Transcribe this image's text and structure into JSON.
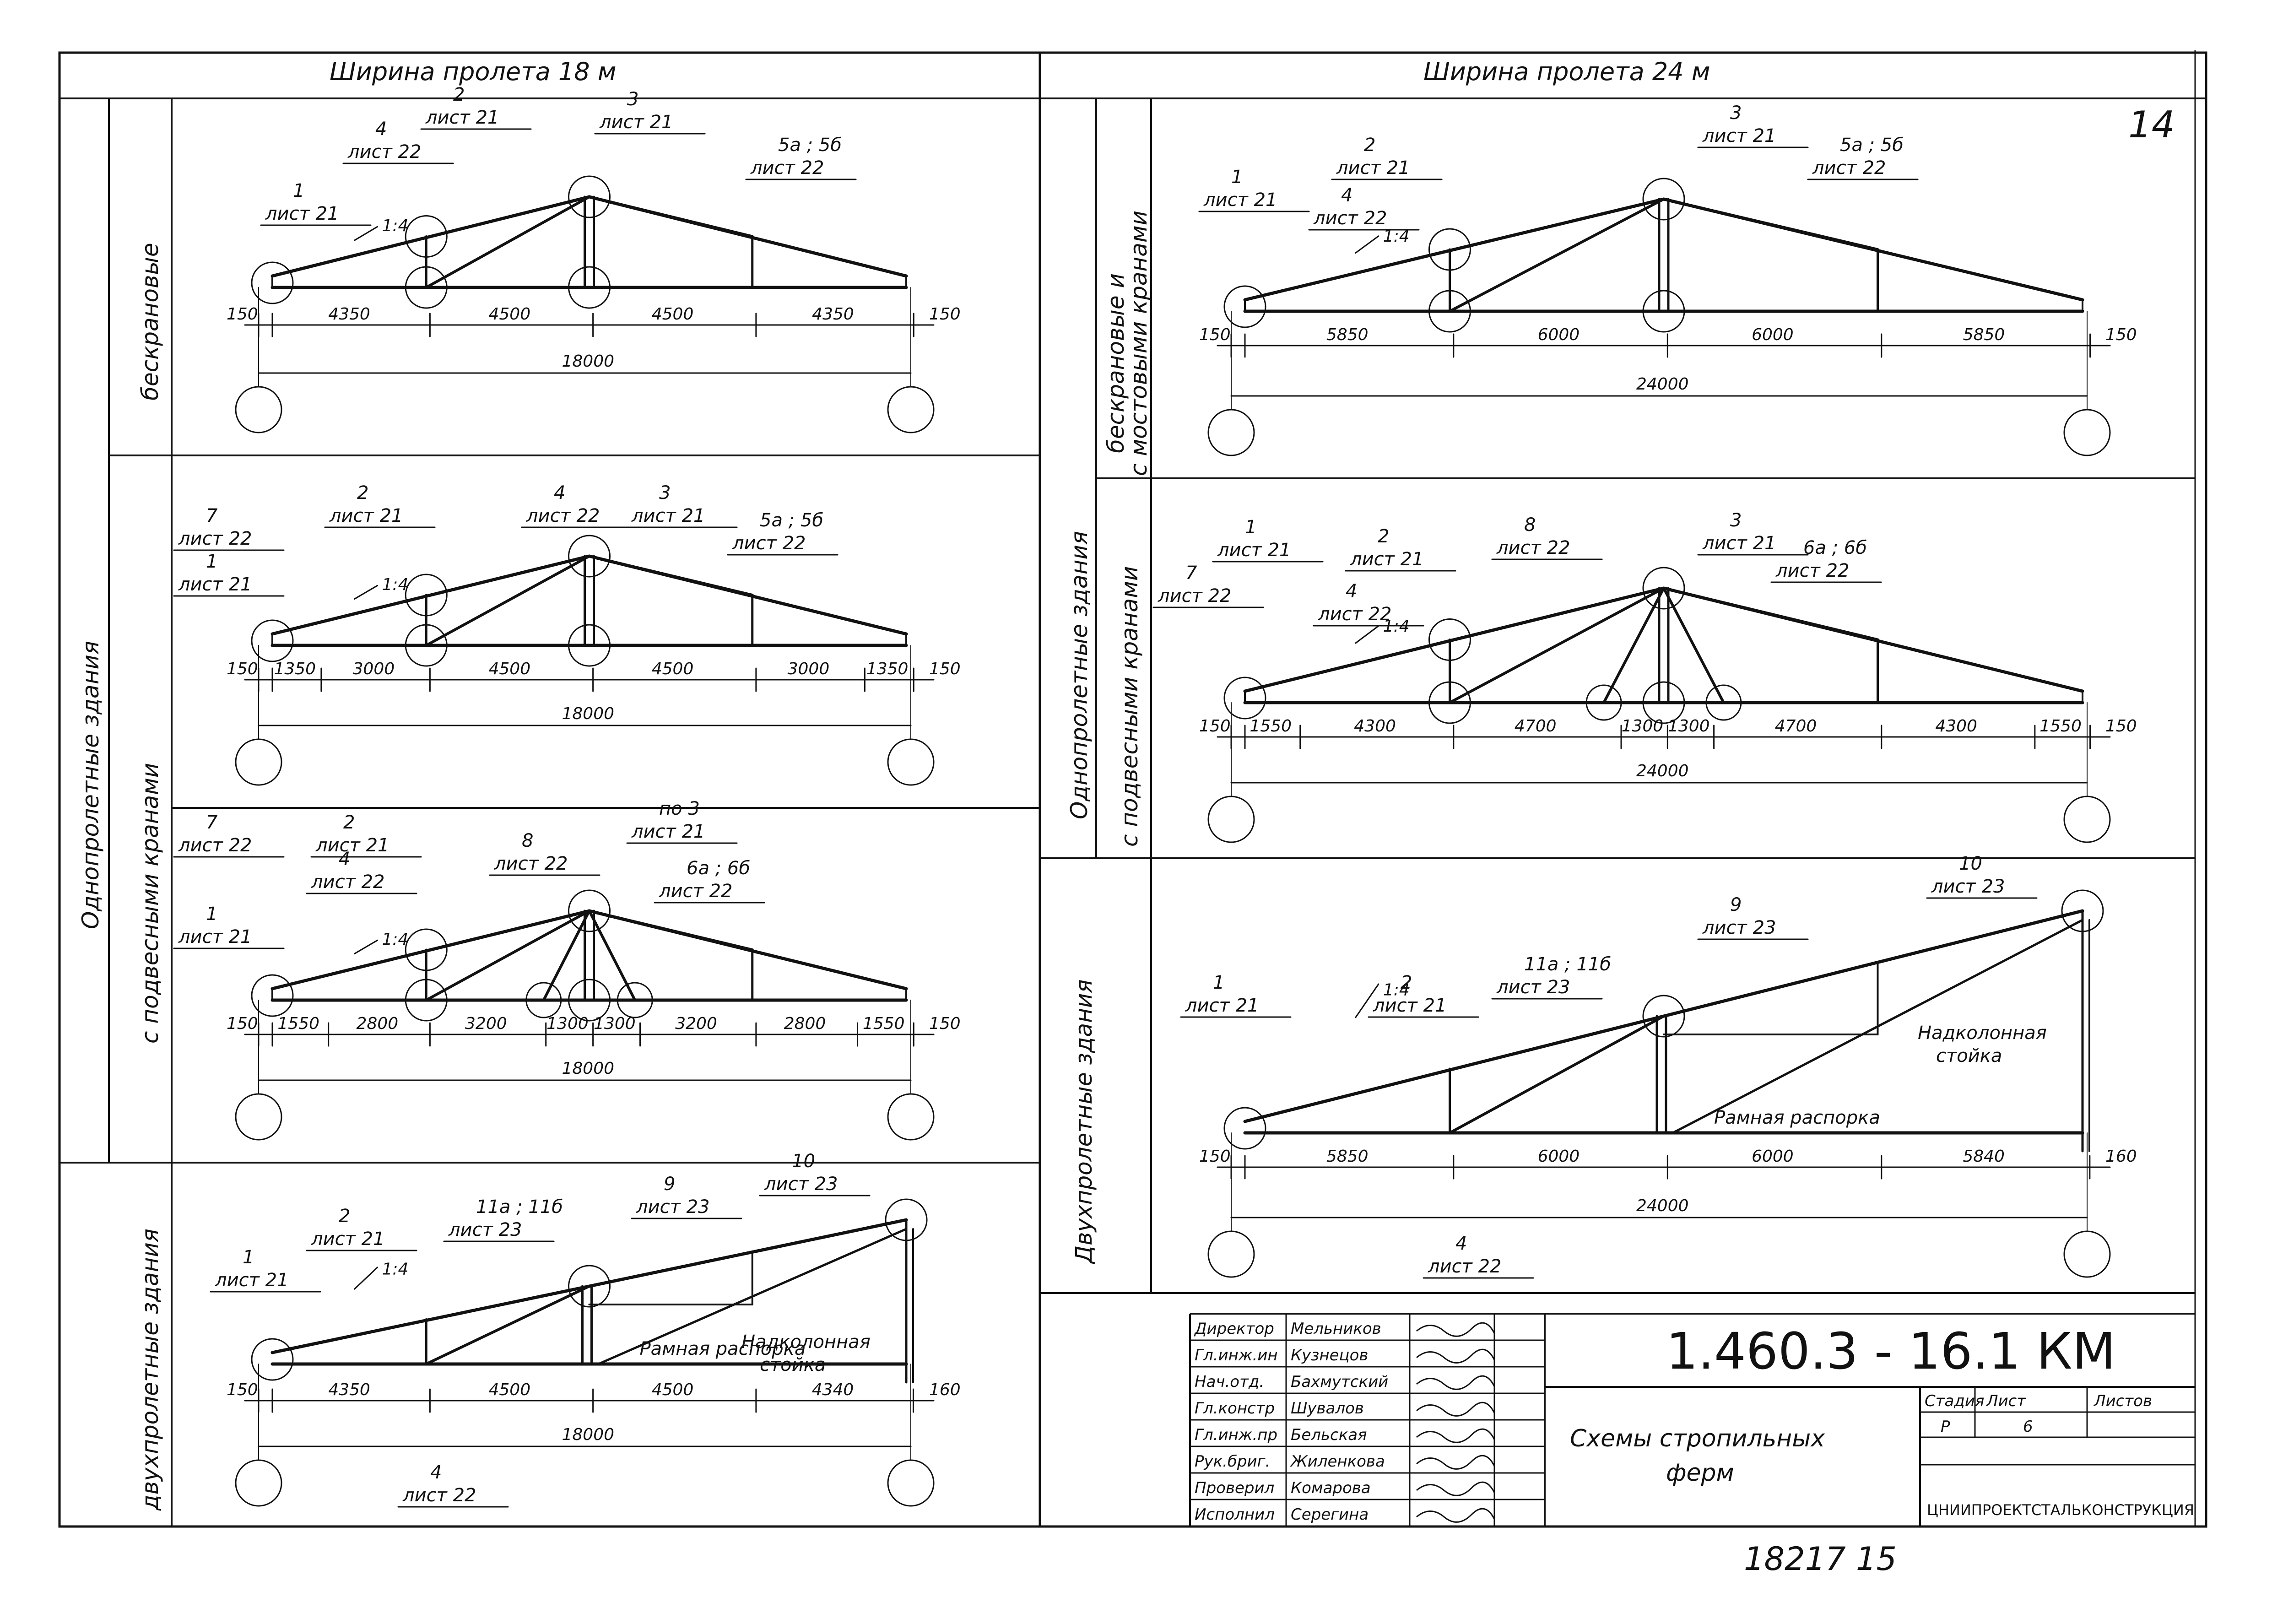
{
  "sheet_number": "14",
  "bottom_number": "18217 15",
  "headers": {
    "left": "Ширина пролета 18 м",
    "right": "Ширина пролета 24 м"
  },
  "row_labels": {
    "single_span": "Однопролетные здания",
    "hanging_cranes": "с подвесными кранами",
    "craneless": "бескрановые",
    "two_span": "двухпролетные здания",
    "craneless_and_bridge": "бескрановые и",
    "bridge_cranes": "с мостовыми кранами",
    "single_span_right": "Однопролетные здания",
    "two_span_right": "Двухпролетные здания"
  },
  "node_label": "лист",
  "slope": "1:4",
  "side_offset": "150",
  "post_label": "Надколонная",
  "post_label2": "стойка",
  "strut_label": "Рамная распорка",
  "trusses": [
    {
      "total": "18000",
      "dims": [
        "4350",
        "4500",
        "4500",
        "4350"
      ],
      "left_off": "150",
      "right_off": "150",
      "callouts": [
        {
          "num": "1",
          "sheet": "лист 21"
        },
        {
          "num": "4",
          "sheet": "лист 22"
        },
        {
          "num": "2",
          "sheet": "лист 21"
        },
        {
          "num": "3",
          "sheet": "лист 21"
        },
        {
          "num": "5а ; 5б",
          "sheet": "лист 22"
        }
      ]
    },
    {
      "total": "18000",
      "dims": [
        "1350",
        "3000",
        "4500",
        "4500",
        "3000",
        "1350"
      ],
      "left_off": "150",
      "right_off": "150",
      "callouts": [
        {
          "num": "7",
          "sheet": "лист 22"
        },
        {
          "num": "1",
          "sheet": "лист 21"
        },
        {
          "num": "2",
          "sheet": "лист 21"
        },
        {
          "num": "4",
          "sheet": "лист 22"
        },
        {
          "num": "3",
          "sheet": "лист 21"
        },
        {
          "num": "5а ; 5б",
          "sheet": "лист 22"
        }
      ]
    },
    {
      "total": "18000",
      "dims": [
        "1550",
        "2800",
        "3200",
        "1300",
        "1300",
        "3200",
        "2800",
        "1550"
      ],
      "left_off": "150",
      "right_off": "150",
      "callouts": [
        {
          "num": "7",
          "sheet": "лист 22"
        },
        {
          "num": "1",
          "sheet": "лист 21"
        },
        {
          "num": "2",
          "sheet": "лист 21"
        },
        {
          "num": "4",
          "sheet": "лист 22"
        },
        {
          "num": "8",
          "sheet": "лист 22"
        },
        {
          "num": "по 3",
          "sheet": "лист 21"
        },
        {
          "num": "6а ; 6б",
          "sheet": "лист 22"
        }
      ]
    },
    {
      "total": "18000",
      "dims": [
        "4350",
        "4500",
        "4500",
        "4340"
      ],
      "left_off": "150",
      "right_off": "160",
      "callouts": [
        {
          "num": "1",
          "sheet": "лист 21"
        },
        {
          "num": "2",
          "sheet": "лист 21"
        },
        {
          "num": "11а ; 11б",
          "sheet": "лист 23"
        },
        {
          "num": "9",
          "sheet": "лист 23"
        },
        {
          "num": "10",
          "sheet": "лист 23"
        },
        {
          "num": "4",
          "sheet": "лист 22"
        }
      ]
    },
    {
      "total": "24000",
      "dims": [
        "5850",
        "6000",
        "6000",
        "5850"
      ],
      "left_off": "150",
      "right_off": "150",
      "callouts": [
        {
          "num": "1",
          "sheet": "лист 21"
        },
        {
          "num": "2",
          "sheet": "лист 21"
        },
        {
          "num": "4",
          "sheet": "лист 22"
        },
        {
          "num": "3",
          "sheet": "лист 21"
        },
        {
          "num": "5а ; 5б",
          "sheet": "лист 22"
        }
      ]
    },
    {
      "total": "24000",
      "dims": [
        "1550",
        "4300",
        "4700",
        "1300",
        "1300",
        "4700",
        "4300",
        "1550"
      ],
      "left_off": "150",
      "right_off": "150",
      "callouts": [
        {
          "num": "7",
          "sheet": "лист 22"
        },
        {
          "num": "1",
          "sheet": "лист 21"
        },
        {
          "num": "2",
          "sheet": "лист 21"
        },
        {
          "num": "4",
          "sheet": "лист 22"
        },
        {
          "num": "8",
          "sheet": "лист 22"
        },
        {
          "num": "3",
          "sheet": "лист 21"
        },
        {
          "num": "6а ; 6б",
          "sheet": "лист 22"
        }
      ]
    },
    {
      "total": "24000",
      "dims": [
        "5850",
        "6000",
        "6000",
        "5840"
      ],
      "left_off": "150",
      "right_off": "160",
      "callouts": [
        {
          "num": "1",
          "sheet": "лист 21"
        },
        {
          "num": "2",
          "sheet": "лист 21"
        },
        {
          "num": "11а ; 11б",
          "sheet": "лист 23"
        },
        {
          "num": "9",
          "sheet": "лист 23"
        },
        {
          "num": "10",
          "sheet": "лист 23"
        },
        {
          "num": "4",
          "sheet": "лист 22"
        }
      ]
    }
  ],
  "title_block": {
    "code": "1.460.3 - 16.1 КМ",
    "title_line1": "Схемы стропильных",
    "title_line2": "ферм",
    "stage_hdr": "Стадия",
    "sheet_hdr": "Лист",
    "sheets_hdr": "Листов",
    "stage": "Р",
    "sheet": "6",
    "org": "ЦНИИПРОЕКТСТАЛЬКОНСТРУКЦИЯ",
    "rows": [
      {
        "role": "Директор",
        "name": "Мельников"
      },
      {
        "role": "Гл.инж.ин",
        "name": "Кузнецов"
      },
      {
        "role": "Нач.отд.",
        "name": "Бахмутский"
      },
      {
        "role": "Гл.констр",
        "name": "Шувалов"
      },
      {
        "role": "Гл.инж.пр",
        "name": "Бельская"
      },
      {
        "role": "Рук.бриг.",
        "name": "Жиленкова"
      },
      {
        "role": "Проверил",
        "name": "Комарова"
      },
      {
        "role": "Исполнил",
        "name": "Серегина"
      }
    ]
  }
}
